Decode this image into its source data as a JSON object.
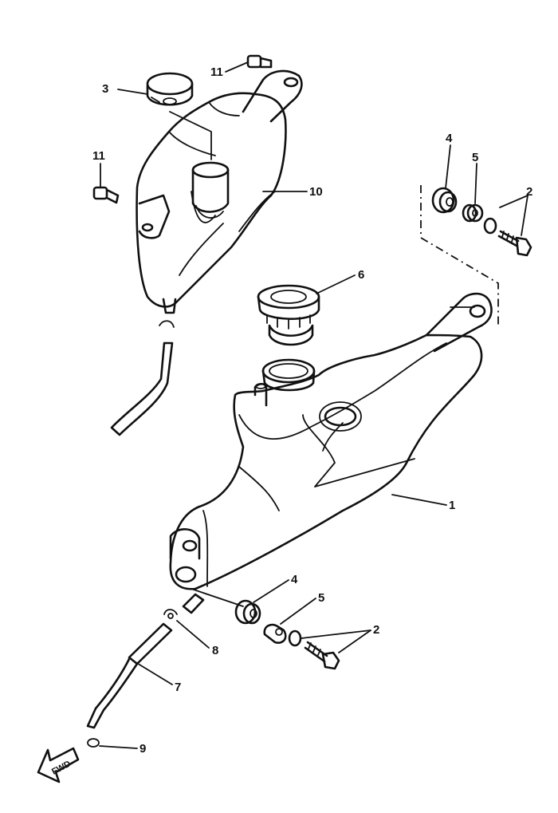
{
  "callouts": {
    "c1": "1",
    "c2_top": "2",
    "c2_bottom": "2",
    "c3": "3",
    "c4_top": "4",
    "c4_bottom": "4",
    "c5_top": "5",
    "c5_bottom": "5",
    "c6": "6",
    "c7": "7",
    "c8": "8",
    "c9": "9",
    "c10": "10",
    "c11_top": "11",
    "c11_left": "11"
  },
  "direction_arrow": {
    "label": "FWD"
  }
}
